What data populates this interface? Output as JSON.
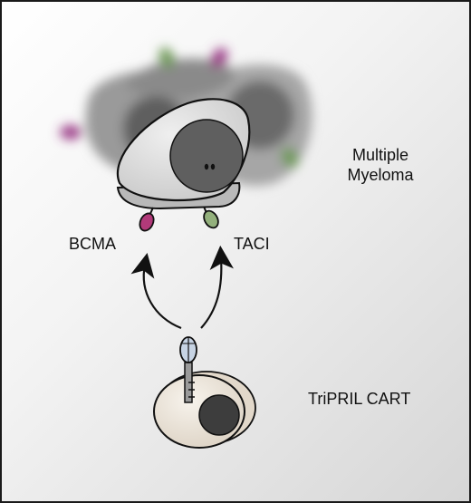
{
  "labels": {
    "multiple_myeloma_line1": "Multiple",
    "multiple_myeloma_line2": "Myeloma",
    "bcma": "BCMA",
    "taci": "TACI",
    "tripril_cart": "TriPRIL CART"
  },
  "colors": {
    "bcma_receptor": "#b23a7a",
    "taci_receptor": "#93b07c",
    "myeloma_cell_body": "#dedede",
    "myeloma_nucleus": "#5a5a5a",
    "cart_cell_body": "#eee8df",
    "cart_nucleus": "#3a3a3a"
  }
}
